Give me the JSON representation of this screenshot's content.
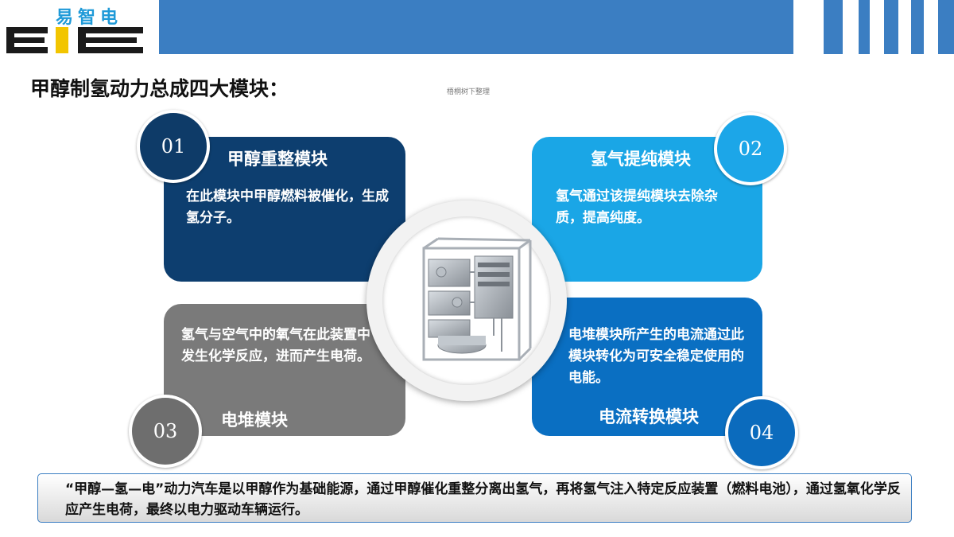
{
  "header": {
    "logo_text": "易智电",
    "logo_mark": "EIE",
    "accent_color": "#3b7ec2"
  },
  "title": "甲醇制氢动力总成四大模块：",
  "watermark": "梧桐树下整理",
  "modules": [
    {
      "number": "01",
      "title": "甲醇重整模块",
      "text": "在此模块中甲醇燃料被催化，生成氢分子。",
      "color": "#0d3e6f"
    },
    {
      "number": "02",
      "title": "氢气提纯模块",
      "text": "氢气通过该提纯模块去除杂质，提高纯度。",
      "color": "#1aa6e6"
    },
    {
      "number": "03",
      "title": "电堆模块",
      "text": "氢气与空气中的氧气在此装置中发生化学反应，进而产生电荷。",
      "color": "#7a7a7a"
    },
    {
      "number": "04",
      "title": "电流转换模块",
      "text": "电堆模块所产生的电流通过此模块转化为可安全稳定使用的电能。",
      "color": "#0a6fc2"
    }
  ],
  "center_image": "fuel-cell-system-illustration",
  "summary": "“甲醇—氢—电”动力汽车是以甲醇作为基础能源，通过甲醇催化重整分离出氢气，再将氢气注入特定反应装置（燃料电池），通过氢氧化学反应产生电荷，最终以电力驱动车辆运行。"
}
